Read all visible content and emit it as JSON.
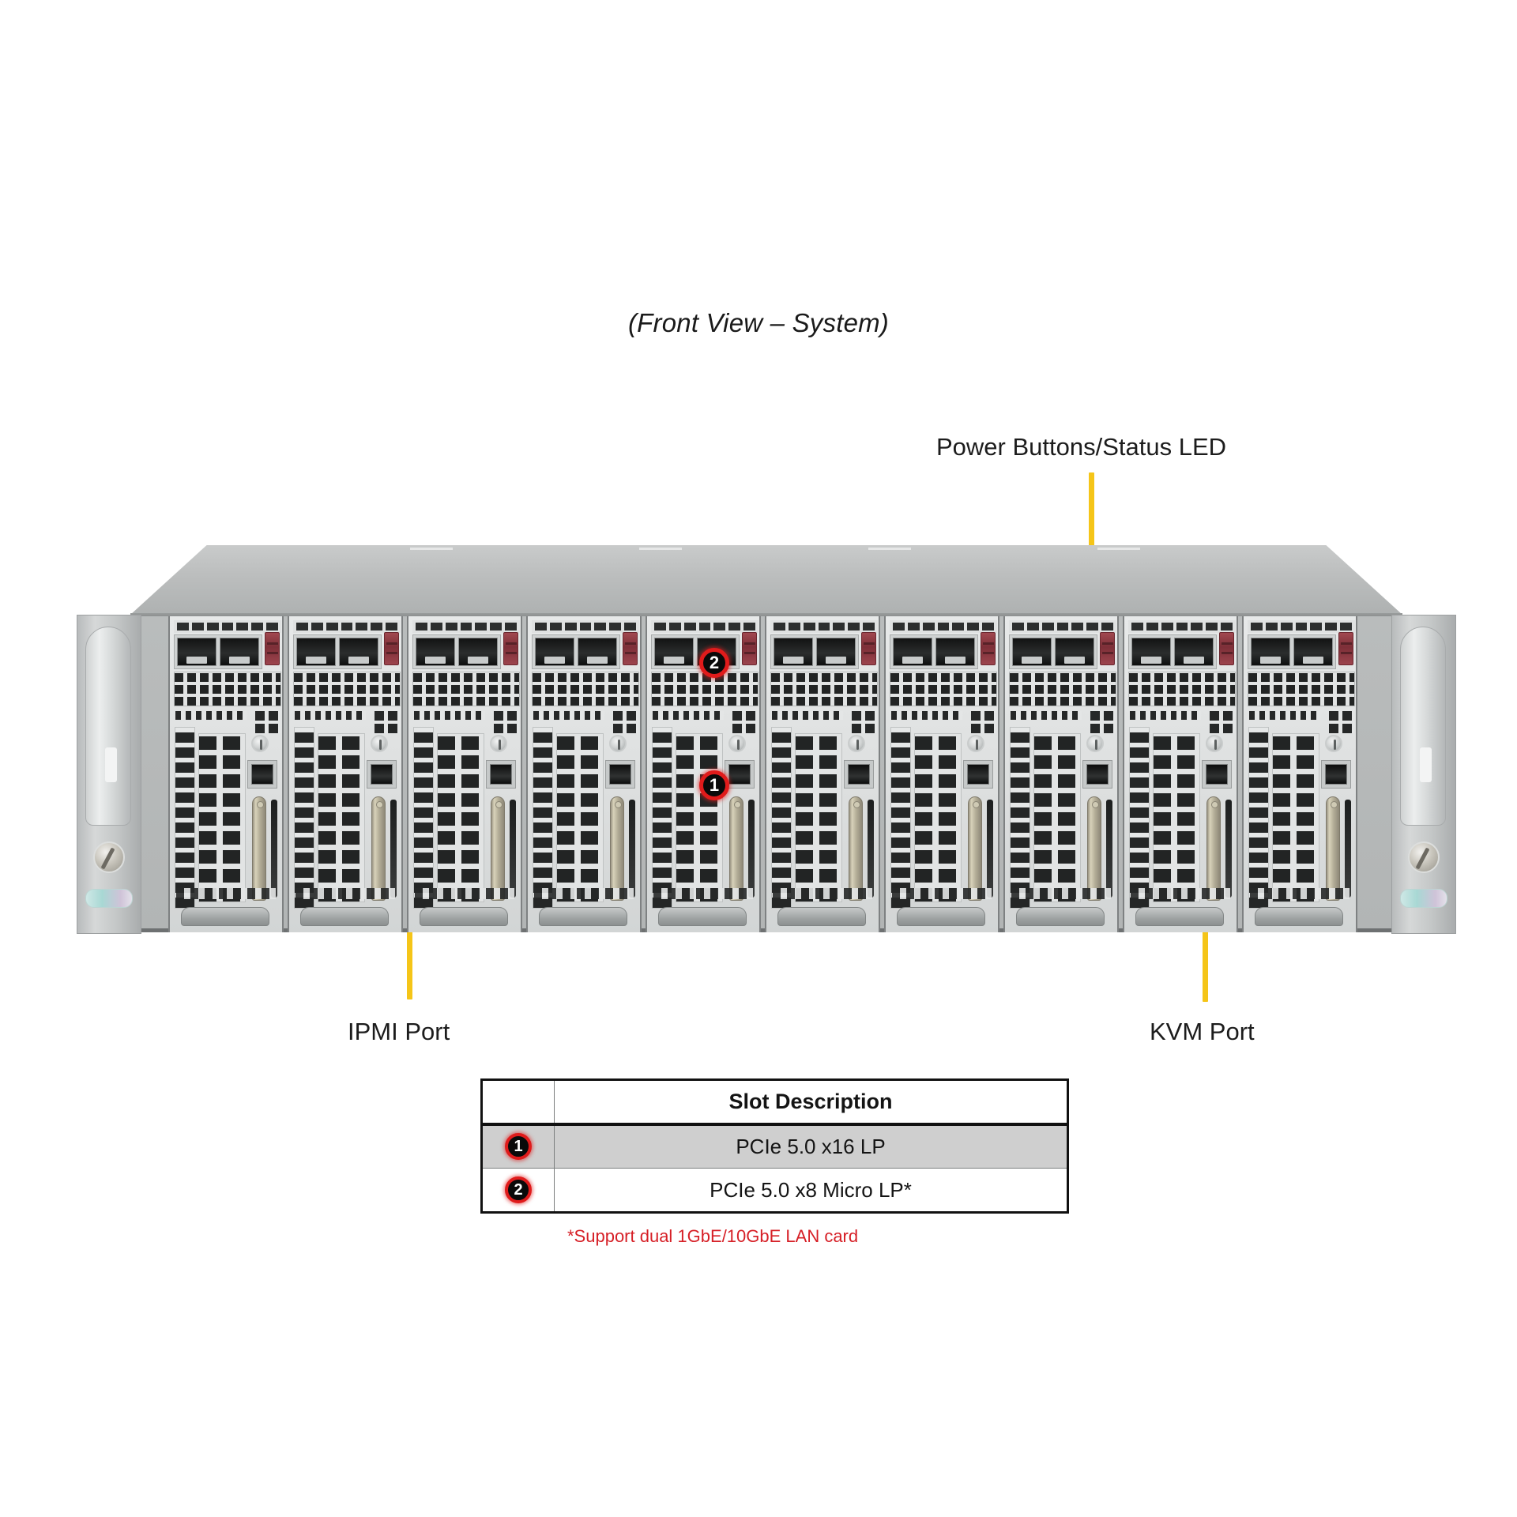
{
  "figure": {
    "title": "(Front View – System)"
  },
  "annotations": [
    {
      "id": "power",
      "label": "Power Buttons/Status LED",
      "icon": "leader-line-icon"
    },
    {
      "id": "ipmi",
      "label": "IPMI Port",
      "icon": "leader-line-icon"
    },
    {
      "id": "kvm",
      "label": "KVM Port",
      "icon": "leader-line-icon"
    }
  ],
  "diagram_badges": [
    {
      "number": "2",
      "slot": "PCIe 5.0 x8 Micro LP*"
    },
    {
      "number": "1",
      "slot": "PCIe 5.0 x16 LP"
    }
  ],
  "chassis": {
    "node_count": 10,
    "node_ports_per_node": 2,
    "ear_logo": "supermicro-logo"
  },
  "slot_table": {
    "header": {
      "badge_col": "",
      "description": "Slot Description"
    },
    "rows": [
      {
        "badge": "1",
        "description": "PCIe 5.0 x16 LP"
      },
      {
        "badge": "2",
        "description": "PCIe 5.0 x8 Micro LP*"
      }
    ],
    "footnote": "*Support dual 1GbE/10GbE LAN card"
  },
  "colors": {
    "leader": "#f5c518",
    "badge_ring": "#e01b1b",
    "badge_fill": "#0a0a0a",
    "footnote": "#d61f26",
    "row_shaded": "#cfcfcf",
    "chassis_metal": "#b9bcbc",
    "latch_red": "#7d2f38"
  }
}
